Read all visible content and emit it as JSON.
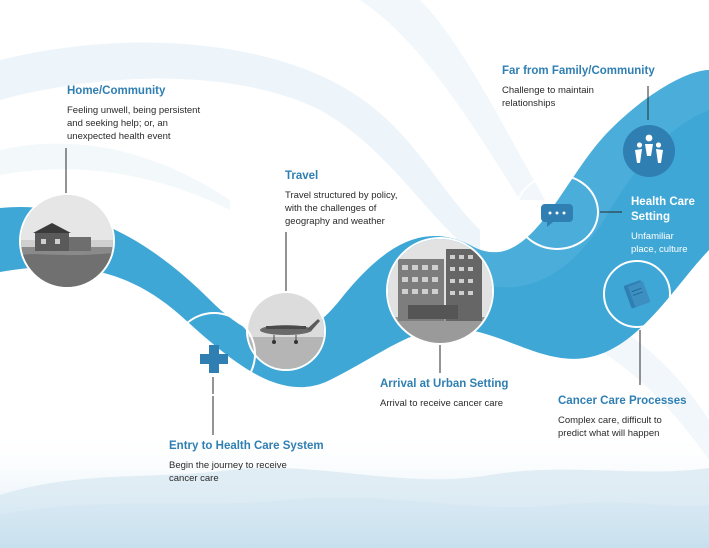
{
  "colors": {
    "accent": "#2f7fb3",
    "wave": "#3fa7d6",
    "wave_light": "#5fb8df",
    "text": "#2a2a2a"
  },
  "stages": {
    "home": {
      "title": "Home/Community",
      "desc": [
        "Feeling unwell, being persistent",
        "and seeking help; or, an",
        "unexpected health event"
      ]
    },
    "travel": {
      "title": "Travel",
      "desc": [
        "Travel structured by policy,",
        "with the challenges of",
        "geography and weather"
      ]
    },
    "entry": {
      "title": "Entry to Health Care System",
      "desc": [
        "Begin the journey to receive",
        "cancer care"
      ]
    },
    "arrival": {
      "title": "Arrival at Urban Setting",
      "desc": [
        "Arrival to receive cancer care"
      ]
    },
    "family": {
      "title": "Far from Family/Community",
      "desc": [
        "Challenge to maintain",
        "relationships"
      ]
    },
    "setting": {
      "title": [
        "Health Care",
        "Setting"
      ],
      "desc": [
        "Unfamiliar",
        "place, culture"
      ]
    },
    "processes": {
      "title": "Cancer Care Processes",
      "desc": [
        "Complex care, difficult to",
        "predict what will happen"
      ]
    }
  },
  "icons": {
    "home": "house-photo",
    "travel": "airplane-photo",
    "entry": "medical-cross-icon",
    "arrival": "hospital-building-photo",
    "family": "family-people-icon",
    "setting": "speech-bubble-icon",
    "processes": "book-icon"
  }
}
